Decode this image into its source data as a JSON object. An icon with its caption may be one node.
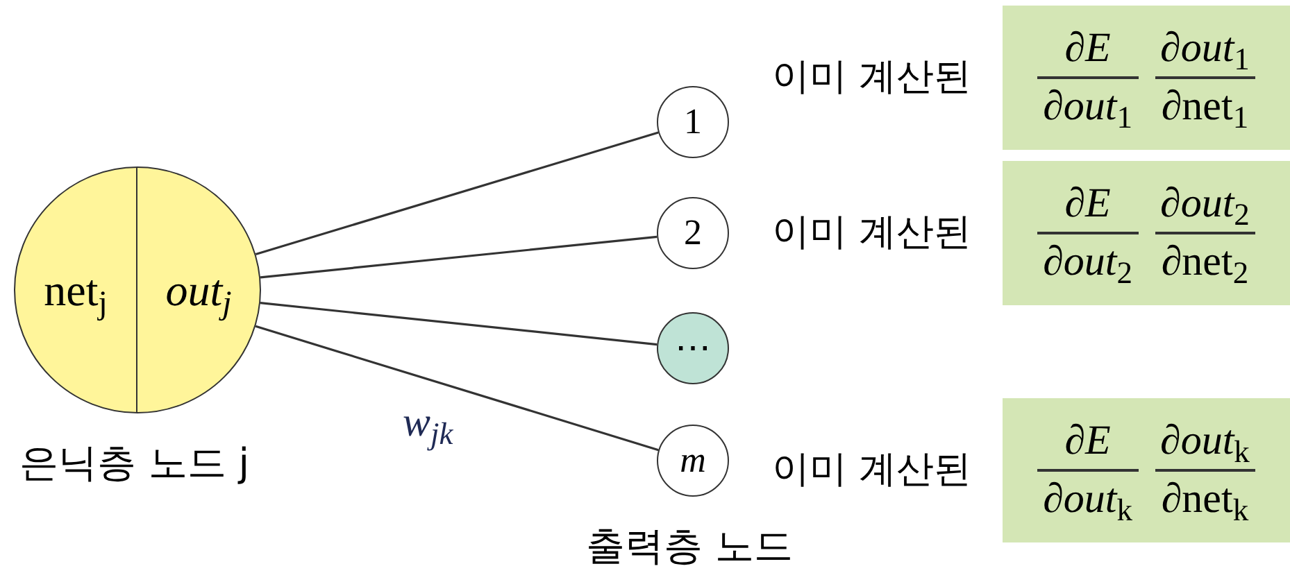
{
  "diagram": {
    "nodes": [
      {
        "text": [
          "net$_{j}$",
          "out$_{j}$"
        ],
        "beside": [
          "은닉층 노드 j"
        ]
      },
      {
        "text": [
          "1"
        ]
      },
      {
        "text": [
          "2"
        ]
      },
      {
        "text": [
          "⋯"
        ]
      },
      {
        "text": [
          "m"
        ]
      },
      {
        "text": [
          "∂*E*",
          "∂*out*$_{1}$",
          "∂*out*$_{1}$",
          "∂net$_{1}$"
        ],
        "beside": [
          "이미 계산된"
        ]
      },
      {
        "text": [
          "∂*E*",
          "∂*out*$_{2}$",
          "∂*out*$_{2}$",
          "∂net$_{2}$"
        ],
        "beside": [
          "이미 계산된"
        ]
      },
      {
        "text": [
          "∂*E*",
          "∂*out*$_{k}$",
          "∂*out*$_{k}$",
          "∂net$_{k}$"
        ],
        "beside": [
          "이미 계산된"
        ]
      }
    ],
    "edges": [
      {
        "from": 0,
        "to": 1,
        "arrow": "none"
      },
      {
        "from": 0,
        "to": 2,
        "arrow": "none"
      },
      {
        "from": 0,
        "to": 3,
        "arrow": "none"
      },
      {
        "from": 0,
        "to": 4,
        "label": "w$_{jk}$",
        "arrow": "none"
      }
    ],
    "labels": [
      "출력층 노드"
    ]
  }
}
